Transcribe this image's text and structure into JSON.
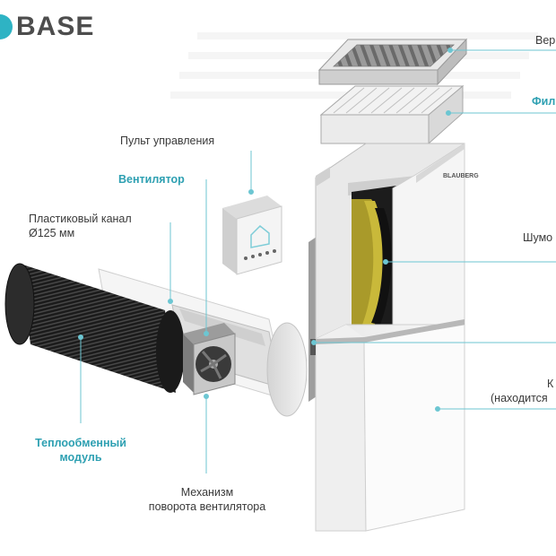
{
  "brand": {
    "name": "BASE",
    "accent_color": "#2eb3c4"
  },
  "device_logo": "BLAUBERG",
  "labels": {
    "remote": "Пульт управления",
    "fan": "Вентилятор",
    "duct_line1": "Пластиковый канал",
    "duct_line2": "Ø125 мм",
    "exchanger_line1": "Теплообменный",
    "exchanger_line2": "модуль",
    "mechanism_line1": "Механизм",
    "mechanism_line2": "поворота вентилятора",
    "grille": "Вер",
    "filter": "Фил",
    "noise": "Шумо",
    "casing_line1": "К",
    "casing_line2": "(находится"
  },
  "colors": {
    "leader": "#6cc6d2",
    "label_accent": "#2ea0b2",
    "insulation": "#a99a2a"
  }
}
